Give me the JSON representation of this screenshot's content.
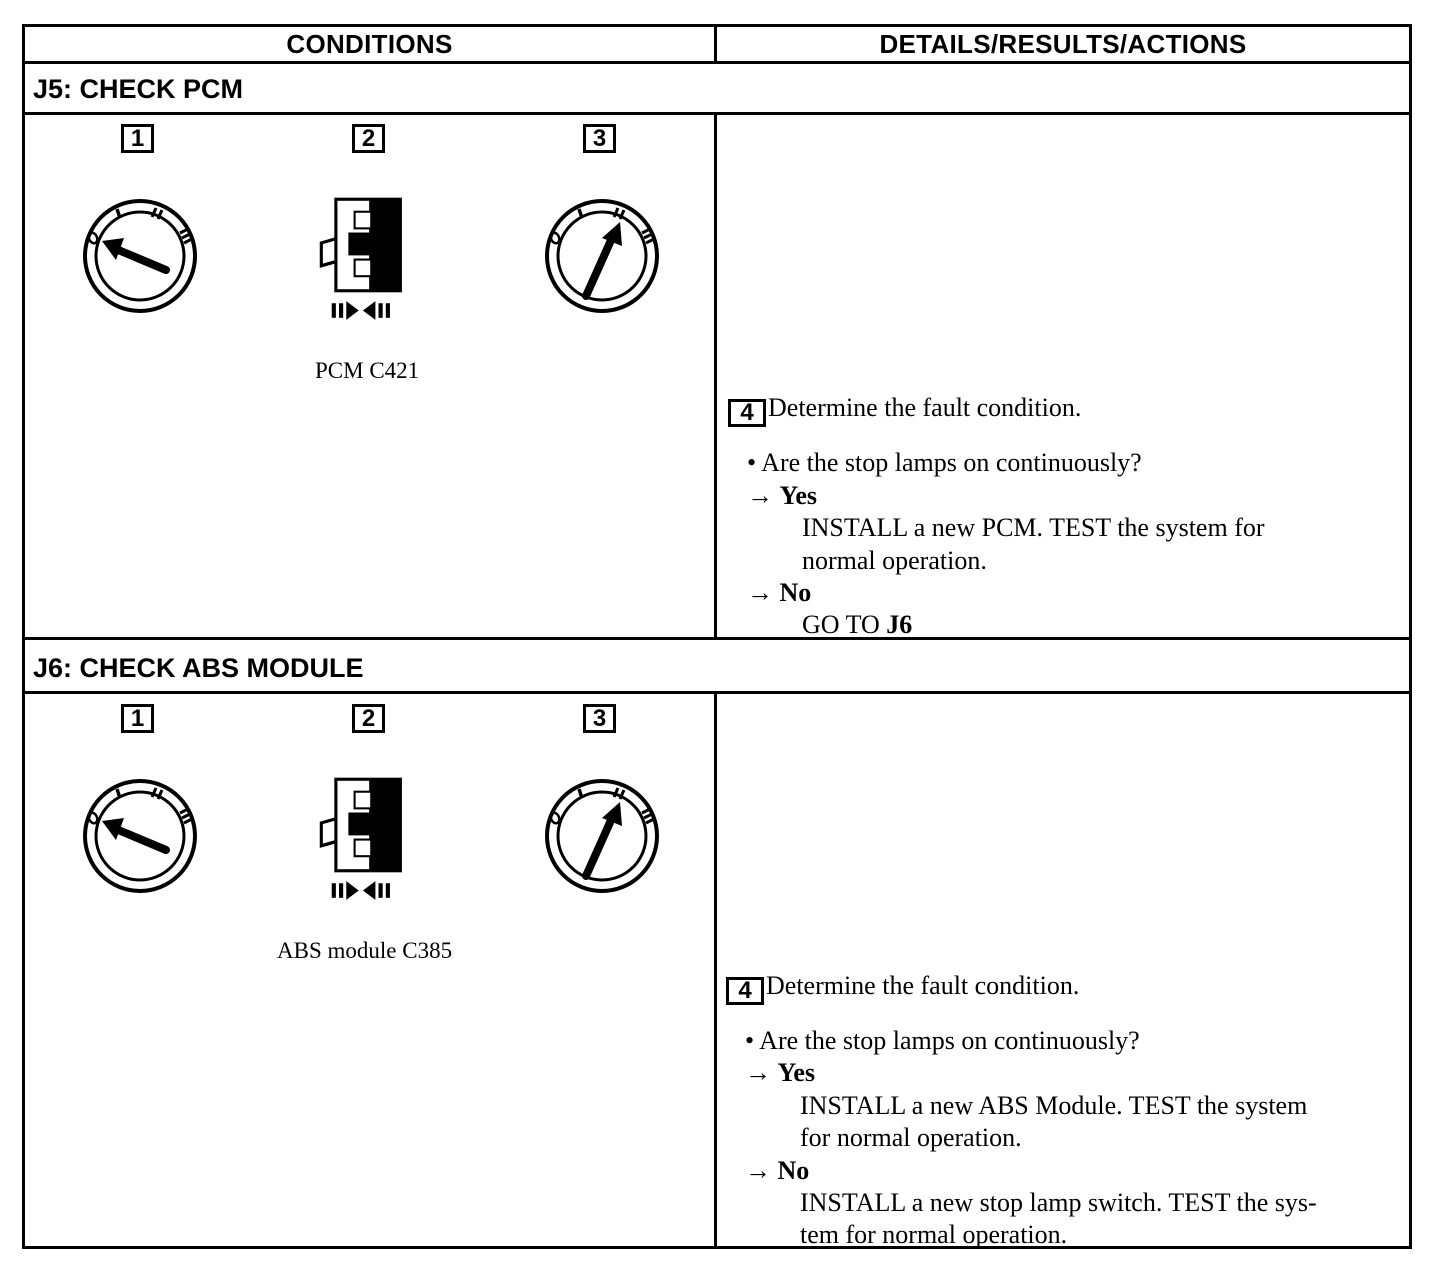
{
  "header": {
    "conditions": "CONDITIONS",
    "details": "DETAILS/RESULTS/ACTIONS"
  },
  "j5": {
    "title": "J5: CHECK PCM",
    "steps": [
      "1",
      "2",
      "3"
    ],
    "caption": "PCM C421",
    "step4_num": "4",
    "step4_text": "Determine the fault condition.",
    "question": "• Are the stop lamps on continuously?",
    "yes_arrow": "→",
    "yes_label": "Yes",
    "yes_line1": "INSTALL a new PCM. TEST the system for",
    "yes_line2": "normal operation.",
    "no_arrow": "→",
    "no_label": "No",
    "no_goto": "GO TO",
    "no_target": "J6"
  },
  "j6": {
    "title": "J6: CHECK ABS MODULE",
    "steps": [
      "1",
      "2",
      "3"
    ],
    "caption": "ABS module C385",
    "step4_num": "4",
    "step4_text": "Determine the fault condition.",
    "question": "• Are the stop lamps on continuously?",
    "yes_arrow": "→",
    "yes_label": "Yes",
    "yes_line1": "INSTALL a new ABS Module. TEST the system",
    "yes_line2": "for normal operation.",
    "no_arrow": "→",
    "no_label": "No",
    "no_line1": "INSTALL a new stop lamp switch. TEST the sys-",
    "no_line2": "tem for normal operation."
  },
  "icons": {
    "dial_off": "ignition-switch-off-icon",
    "connector": "disconnect-connector-icon",
    "dial_on": "ignition-switch-run-icon"
  },
  "dial_labels": [
    "O",
    "I",
    "II",
    "III"
  ]
}
